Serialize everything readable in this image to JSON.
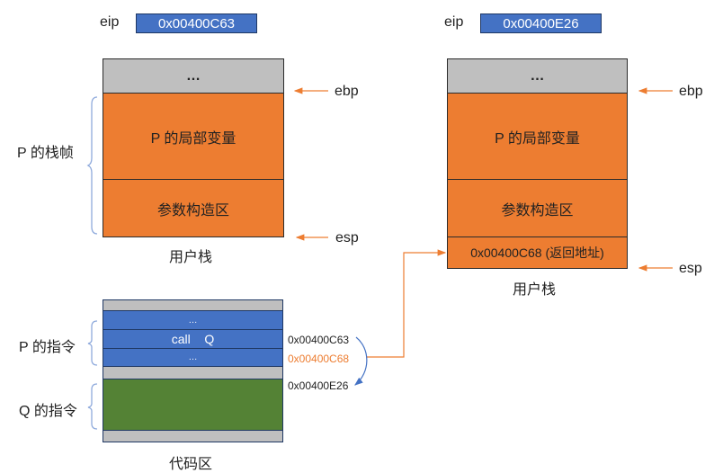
{
  "left_state": {
    "eip_label": "eip",
    "eip_value": "0x00400C63",
    "stack": {
      "top_cell": "…",
      "locals_cell": "P 的局部变量",
      "args_cell": "参数构造区",
      "caption": "用户栈"
    },
    "ebp_label": "ebp",
    "esp_label": "esp",
    "frame_label": "P 的栈帧"
  },
  "right_state": {
    "eip_label": "eip",
    "eip_value": "0x00400E26",
    "stack": {
      "top_cell": "…",
      "locals_cell": "P 的局部变量",
      "args_cell": "参数构造区",
      "return_cell": "0x00400C68 (返回地址)",
      "caption": "用户栈"
    },
    "ebp_label": "ebp",
    "esp_label": "esp"
  },
  "code_area": {
    "caption": "代码区",
    "p_label": "P 的指令",
    "q_label": "Q 的指令",
    "p_rows": [
      "…",
      "call    Q",
      "…"
    ],
    "addresses": {
      "call": "0x00400C63",
      "return": "0x00400C68",
      "q_start": "0x00400E26"
    }
  },
  "colors": {
    "orange": "#ed7d31",
    "blue": "#4472c4",
    "green": "#548235",
    "gray": "#bfbfbf",
    "brace": "#8faadc"
  }
}
